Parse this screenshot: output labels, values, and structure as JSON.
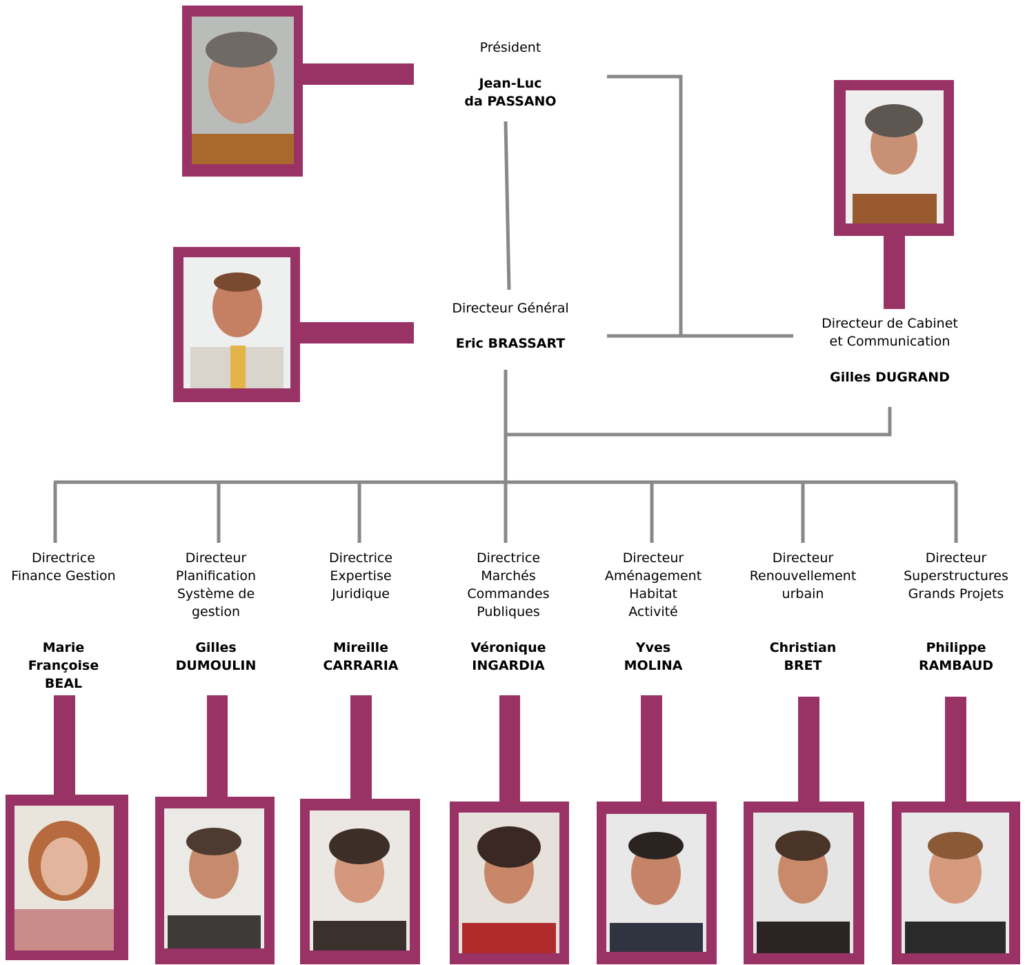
{
  "president": {
    "role": "Président",
    "name": "Jean-Luc\nda PASSANO"
  },
  "dg": {
    "role": "Directeur Général",
    "name": "Eric BRASSART"
  },
  "cabinet": {
    "role": "Directeur de Cabinet\net Communication",
    "name": "Gilles DUGRAND"
  },
  "directors": [
    {
      "role": "Directrice\nFinance Gestion",
      "name": "Marie\nFrançoise\nBEAL"
    },
    {
      "role": "Directeur\nPlanification\nSystème de\ngestion",
      "name": "Gilles\nDUMOULIN"
    },
    {
      "role": "Directrice\nExpertise\nJuridique",
      "name": "Mireille\nCARRARIA"
    },
    {
      "role": "Directrice\nMarchés\nCommandes\nPubliques",
      "name": "Véronique\nINGARDIA"
    },
    {
      "role": "Directeur\nAménagement\nHabitat\nActivité",
      "name": "Yves\nMOLINA"
    },
    {
      "role": "Directeur\nRenouvellement\nurbain",
      "name": "Christian\nBRET"
    },
    {
      "role": "Directeur\nSuperstructures\nGrands Projets",
      "name": "Philippe\nRAMBAUD"
    }
  ],
  "colors": {
    "frame": "#993366",
    "connector": "#888888"
  }
}
